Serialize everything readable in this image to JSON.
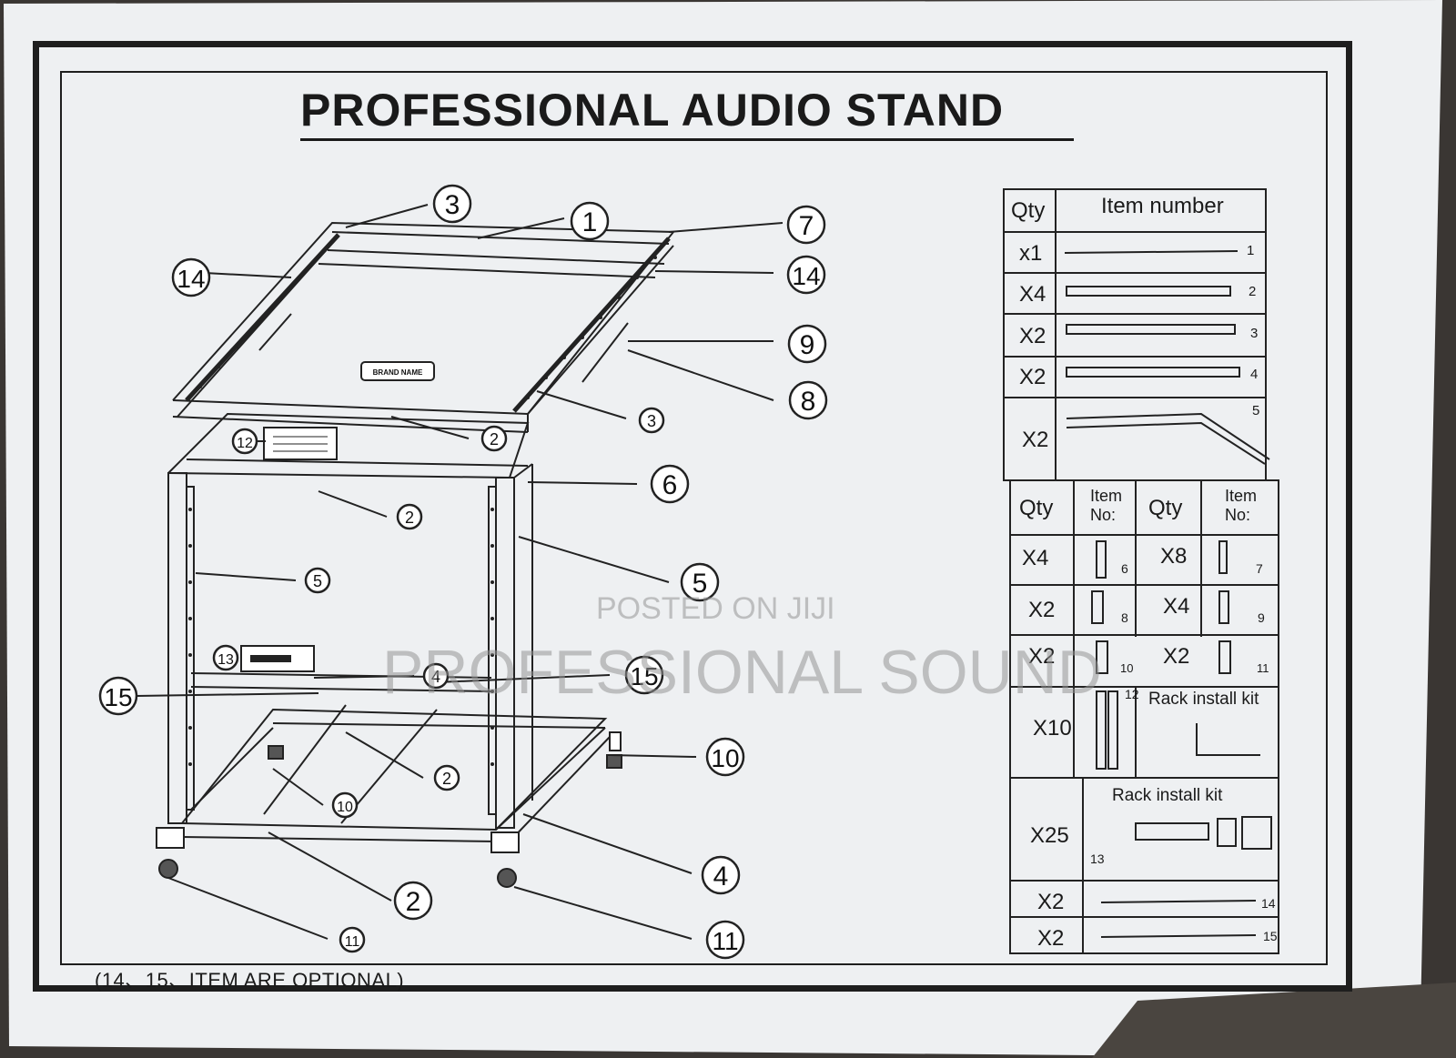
{
  "title": "PROFESSIONAL AUDIO STAND",
  "footnote": "(14、15、ITEM ARE OPTIONAL)",
  "brand_plate": "BRAND NAME",
  "watermarks": [
    "POSTED ON JIJI",
    "PROFESSIONAL SOUND"
  ],
  "callouts": [
    "1",
    "2",
    "3",
    "4",
    "5",
    "6",
    "7",
    "8",
    "9",
    "10",
    "11",
    "12",
    "13",
    "14",
    "15"
  ],
  "parts_table": {
    "header": {
      "qty": "Qty",
      "item": "Item number"
    },
    "rows": [
      {
        "qty": "x1",
        "item": "1"
      },
      {
        "qty": "X4",
        "item": "2"
      },
      {
        "qty": "X2",
        "item": "3"
      },
      {
        "qty": "X2",
        "item": "4"
      },
      {
        "qty": "X2",
        "item": "5"
      }
    ]
  },
  "hardware_table": {
    "header": {
      "qty1": "Qty",
      "item1_line1": "Item",
      "item1_line2": "No:",
      "qty2": "Qty",
      "item2_line1": "Item",
      "item2_line2": "No:"
    },
    "rows": [
      {
        "qty1": "X4",
        "item1": "6",
        "qty2": "X8",
        "item2": "7"
      },
      {
        "qty1": "X2",
        "item1": "8",
        "qty2": "X4",
        "item2": "9"
      },
      {
        "qty1": "X2",
        "item1": "10",
        "qty2": "X2",
        "item2": "11"
      }
    ],
    "rack_kit_row": {
      "qty": "X10",
      "item": "12",
      "label": "Rack install kit"
    },
    "kit_row": {
      "label": "Rack install kit",
      "qty": "X25",
      "item": "13"
    },
    "tail_rows": [
      {
        "qty": "X2",
        "item": "14"
      },
      {
        "qty": "X2",
        "item": "15"
      }
    ]
  },
  "colors": {
    "paper": "#eef0f2",
    "ink": "#1a1a1a",
    "background": "#3a3633"
  }
}
